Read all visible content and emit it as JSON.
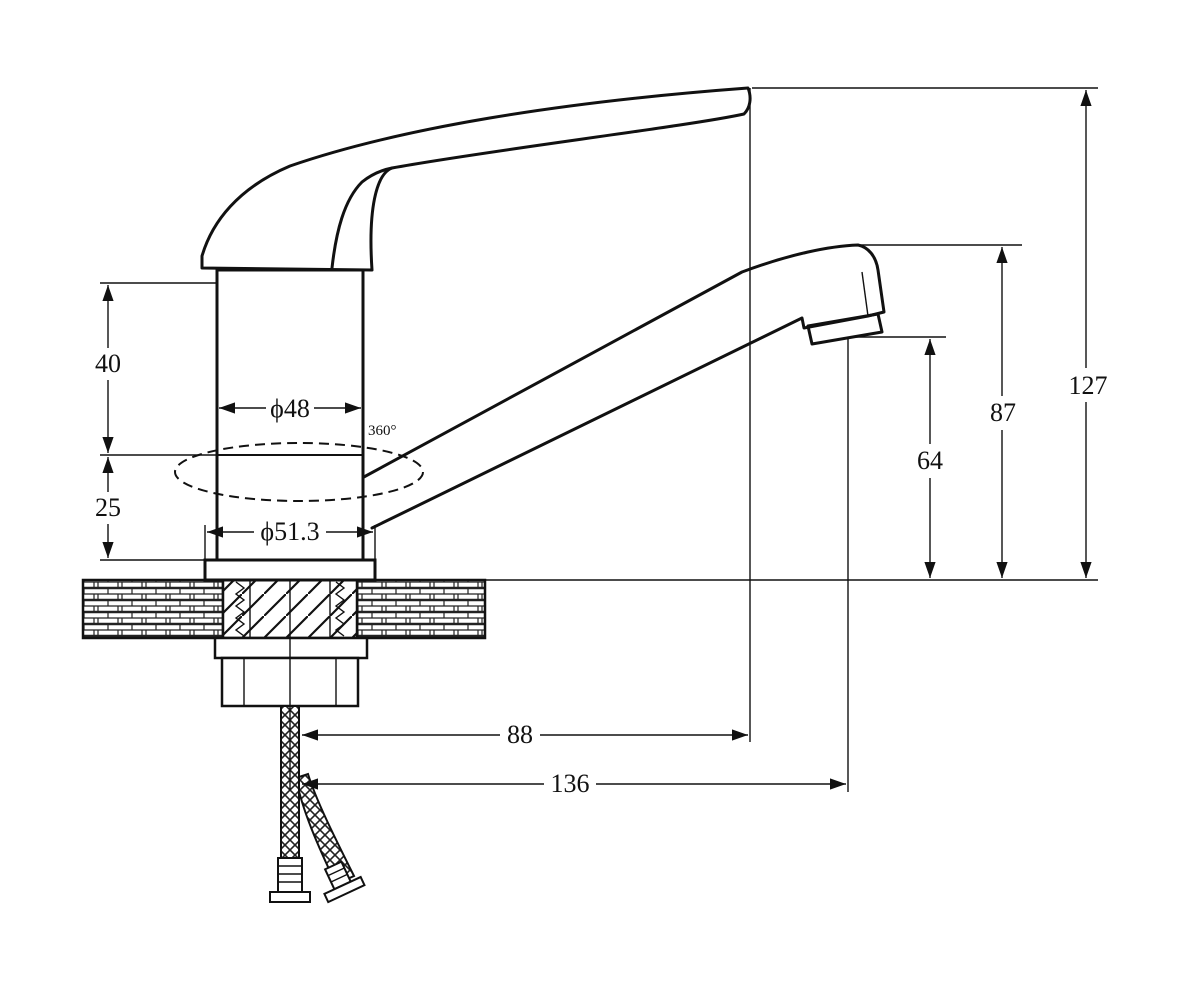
{
  "dimensions": {
    "height_total": "127",
    "height_spout_top": "87",
    "height_spout_outlet": "64",
    "body_upper": "40",
    "body_lower": "25",
    "diameter_body": "ϕ48",
    "diameter_base": "ϕ51.3",
    "reach_handle": "88",
    "reach_spout": "136"
  },
  "annotations": {
    "rotation": "360°"
  },
  "colors": {
    "line": "#111111",
    "background": "#ffffff"
  }
}
